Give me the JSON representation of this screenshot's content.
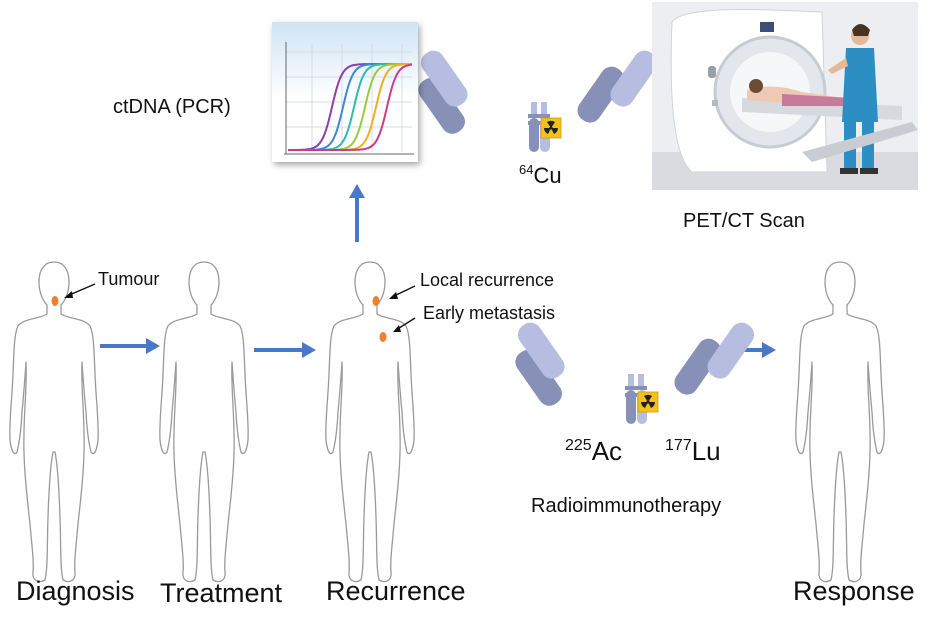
{
  "colors": {
    "arrow": "#4a78c8",
    "tumour": "#f08030",
    "antibody_dark": "#8791b8",
    "antibody_light": "#b7bde0",
    "radiation_badge": "#f2c21b"
  },
  "labels": {
    "ctdna": "ctDNA (PCR)",
    "pet_ct": "PET/CT Scan",
    "tumour": "Tumour",
    "local_recurrence": "Local recurrence",
    "early_metastasis": "Early metastasis",
    "radioimmunotherapy": "Radioimmunotherapy"
  },
  "isotopes": {
    "cu": {
      "mass": "64",
      "symbol": "Cu"
    },
    "ac": {
      "mass": "225",
      "symbol": "Ac"
    },
    "lu": {
      "mass": "177",
      "symbol": "Lu"
    }
  },
  "stages": {
    "diagnosis": "Diagnosis",
    "treatment": "Treatment",
    "recurrence": "Recurrence",
    "response": "Response"
  },
  "pcr_curves": [
    "#8e3fa8",
    "#3f86d6",
    "#32b9b0",
    "#9acb3c",
    "#f0b020",
    "#c93c8a"
  ]
}
